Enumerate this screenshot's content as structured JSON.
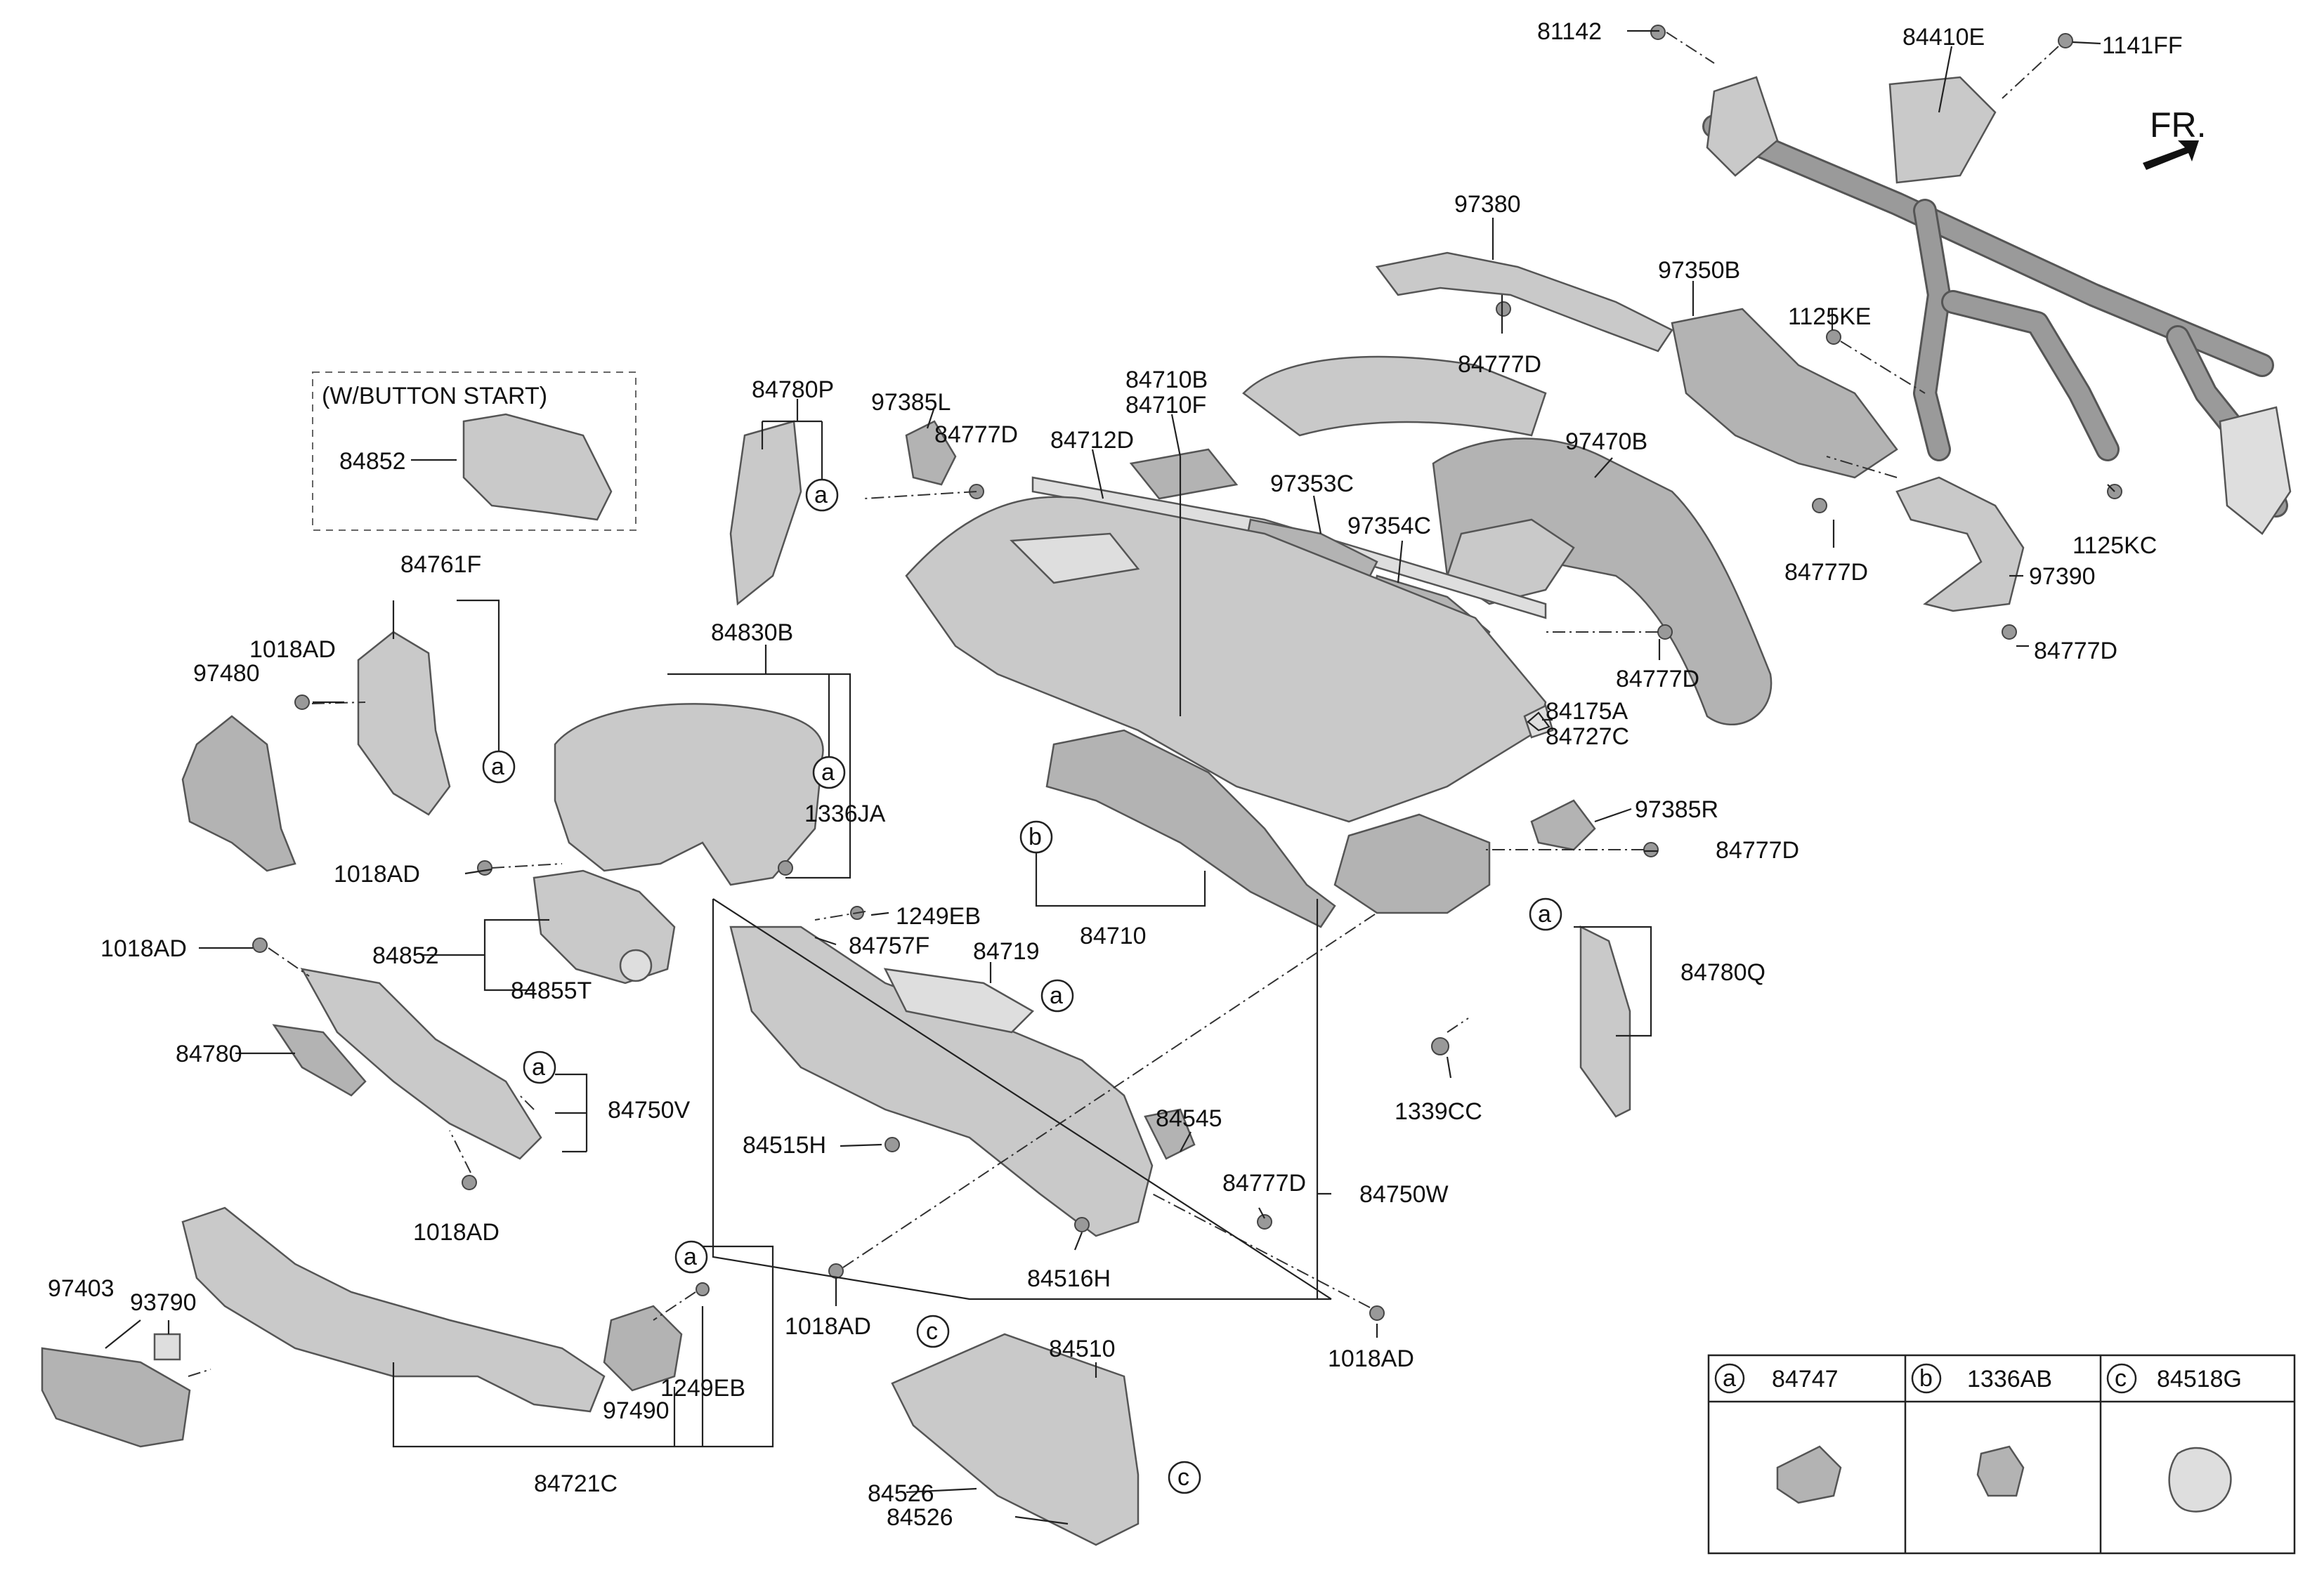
{
  "direction_marker": {
    "text": "FR.",
    "icon": "front-direction-arrow-icon"
  },
  "option_box": {
    "text": "(W/BUTTON START)"
  },
  "callout_markers": [
    "a",
    "b",
    "c"
  ],
  "labels": {
    "l_81142": "81142",
    "l_84410E": "84410E",
    "l_1141FF": "1141FF",
    "l_97380": "97380",
    "l_97350B": "97350B",
    "l_1125KE": "1125KE",
    "l_84777D_a": "84777D",
    "l_97470B": "97470B",
    "l_84780P": "84780P",
    "l_97385L": "97385L",
    "l_84777D_b": "84777D",
    "l_84710B": "84710B",
    "l_84710F": "84710F",
    "l_84712D": "84712D",
    "l_97353C": "97353C",
    "l_97354C": "97354C",
    "l_1125KC": "1125KC",
    "l_84777D_c": "84777D",
    "l_97390": "97390",
    "l_84777D_d": "84777D",
    "l_84777D_e": "84777D",
    "l_84852_a": "84852",
    "l_84761F": "84761F",
    "l_1018AD_a": "1018AD",
    "l_97480": "97480",
    "l_84830B": "84830B",
    "l_1336JA": "1336JA",
    "l_84175A": "84175A",
    "l_84727C": "84727C",
    "l_97385R": "97385R",
    "l_84777D_f": "84777D",
    "l_1018AD_b": "1018AD",
    "l_84710": "84710",
    "l_1249EB_a": "1249EB",
    "l_84757F": "84757F",
    "l_84719": "84719",
    "l_1018AD_c": "1018AD",
    "l_84852_b": "84852",
    "l_84855T": "84855T",
    "l_84780Q": "84780Q",
    "l_84780": "84780",
    "l_84750V": "84750V",
    "l_1339CC": "1339CC",
    "l_84515H": "84515H",
    "l_84545": "84545",
    "l_84777D_g": "84777D",
    "l_84750W": "84750W",
    "l_1018AD_d": "1018AD",
    "l_84516H": "84516H",
    "l_97403": "97403",
    "l_93790": "93790",
    "l_1018AD_e": "1018AD",
    "l_1018AD_f": "1018AD",
    "l_84510": "84510",
    "l_97490": "97490",
    "l_1249EB_b": "1249EB",
    "l_84721C": "84721C",
    "l_84526_a": "84526",
    "l_84526_b": "84526"
  },
  "legend_table": [
    {
      "marker": "a",
      "part": "84747"
    },
    {
      "marker": "b",
      "part": "1336AB"
    },
    {
      "marker": "c",
      "part": "84518G"
    }
  ]
}
